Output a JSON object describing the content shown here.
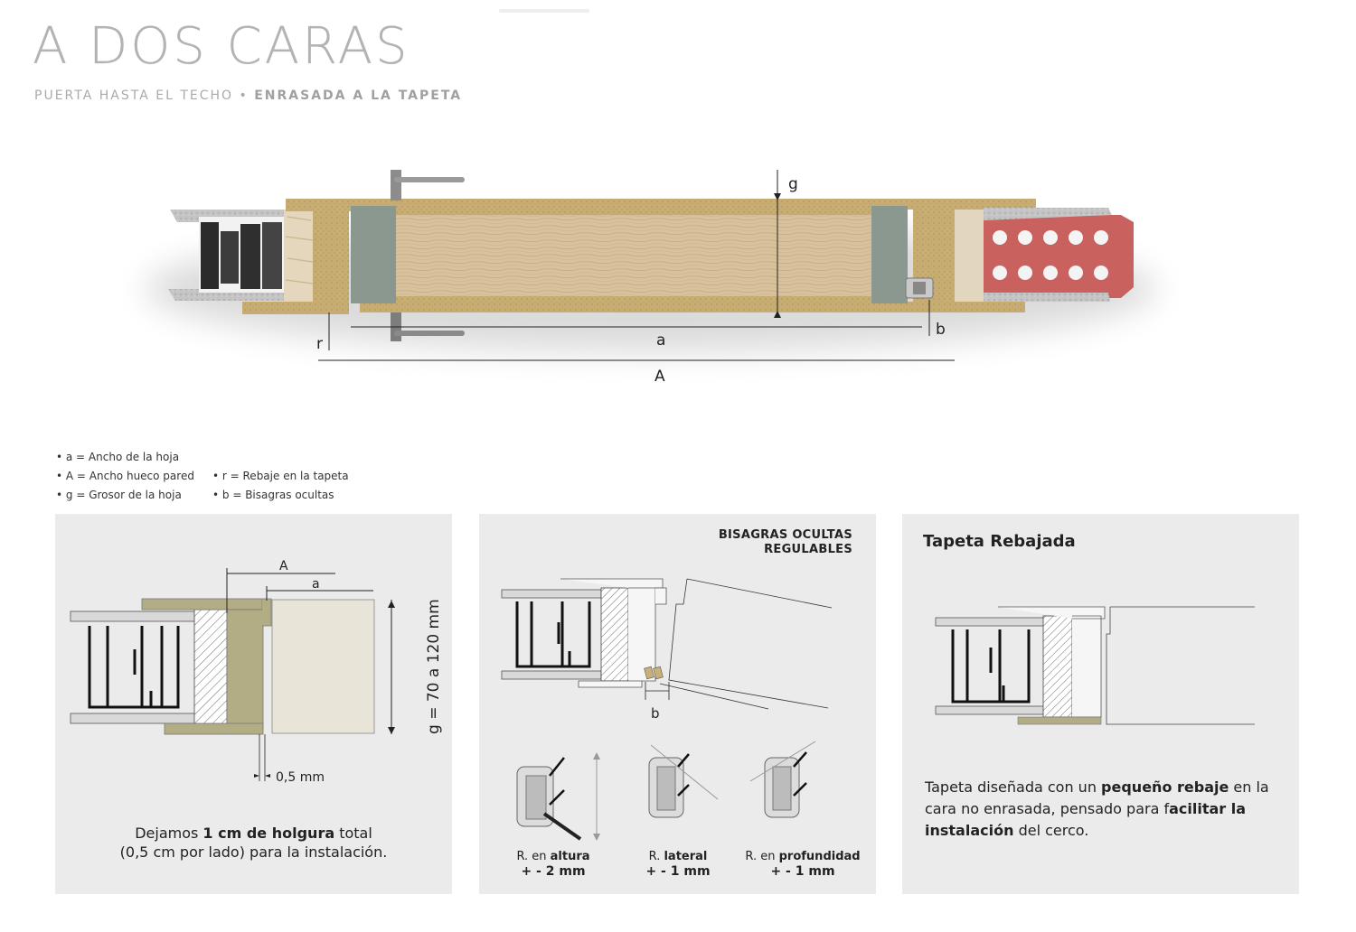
{
  "header": {
    "title": "A DOS CARAS",
    "subtitle_part1": "PUERTA HASTA EL TECHO",
    "subtitle_sep": " • ",
    "subtitle_part2": "ENRASADA A LA TAPETA"
  },
  "main_diagram": {
    "labels": {
      "g": "g",
      "a": "a",
      "A": "A",
      "r": "r",
      "b": "b"
    }
  },
  "legend": [
    "• a = Ancho de la hoja",
    "• A = Ancho hueco pared",
    "• r = Rebaje en la tapeta",
    "• g = Grosor de la hoja",
    "• b = Bisagras ocultas"
  ],
  "panel_holgura": {
    "label_A": "A",
    "label_a": "a",
    "label_g": "g = 70 a 120 mm",
    "label_gap": "0,5 mm",
    "caption_pre": "Dejamos ",
    "caption_bold": "1 cm de holgura",
    "caption_post": " total",
    "caption_line2": "(0,5 cm por lado) para la instalación."
  },
  "panel_bisagras": {
    "title_line1": "BISAGRAS OCULTAS",
    "title_line2": "REGULABLES",
    "label_b": "b",
    "adjustments": [
      {
        "prefix": "R. en ",
        "bold": "altura",
        "value": "+ - 2 mm"
      },
      {
        "prefix": "R. ",
        "bold": "lateral",
        "value": "+ - 1 mm"
      },
      {
        "prefix": "R. en ",
        "bold": "profundidad",
        "value": "+ - 1 mm"
      }
    ]
  },
  "panel_tapeta": {
    "title": "Tapeta Rebajada",
    "text_1": "Tapeta diseñada con un ",
    "text_bold_1": "pequeño rebaje",
    "text_2": " en la cara no enrasada, pensado para f",
    "text_bold_2": "acilitar la instalación",
    "text_3": " del cerco."
  },
  "colors": {
    "panel_bg": "#ebebeb",
    "frame_olive": "#b3ad85",
    "door_cream": "#e8e4d8",
    "brick_red": "#c9625e",
    "wood": "#d9c3a0",
    "mdf": "#c9b07a"
  }
}
